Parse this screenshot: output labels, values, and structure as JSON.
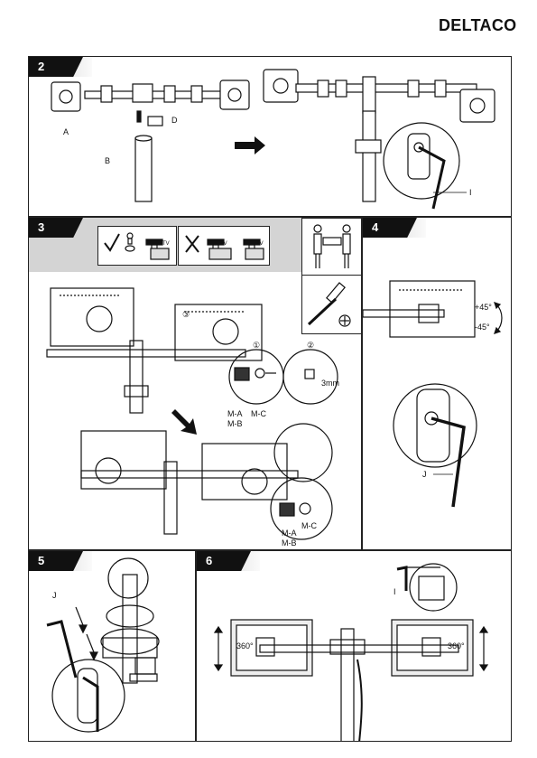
{
  "brand": "DELTACO",
  "steps": [
    {
      "number": "2",
      "labels": {
        "a": "A",
        "b": "B",
        "d": "D",
        "i": "I"
      }
    },
    {
      "number": "3",
      "labels": {
        "circle1": "①",
        "circle2": "②",
        "circle3": "③",
        "ma": "M-A",
        "mb": "M-B",
        "mc": "M-C",
        "ma2": "M-A",
        "mb2": "M-B",
        "mc2": "M-C",
        "dim": "3mm",
        "tv1": "TV",
        "tv2": "TV",
        "tv3": "TV"
      }
    },
    {
      "number": "4",
      "labels": {
        "plus45": "+45°",
        "minus45": "-45°",
        "j": "J"
      }
    },
    {
      "number": "5",
      "labels": {
        "j": "J"
      }
    },
    {
      "number": "6",
      "labels": {
        "rot_left": "360°",
        "rot_right": "360°",
        "i": "I"
      }
    }
  ]
}
